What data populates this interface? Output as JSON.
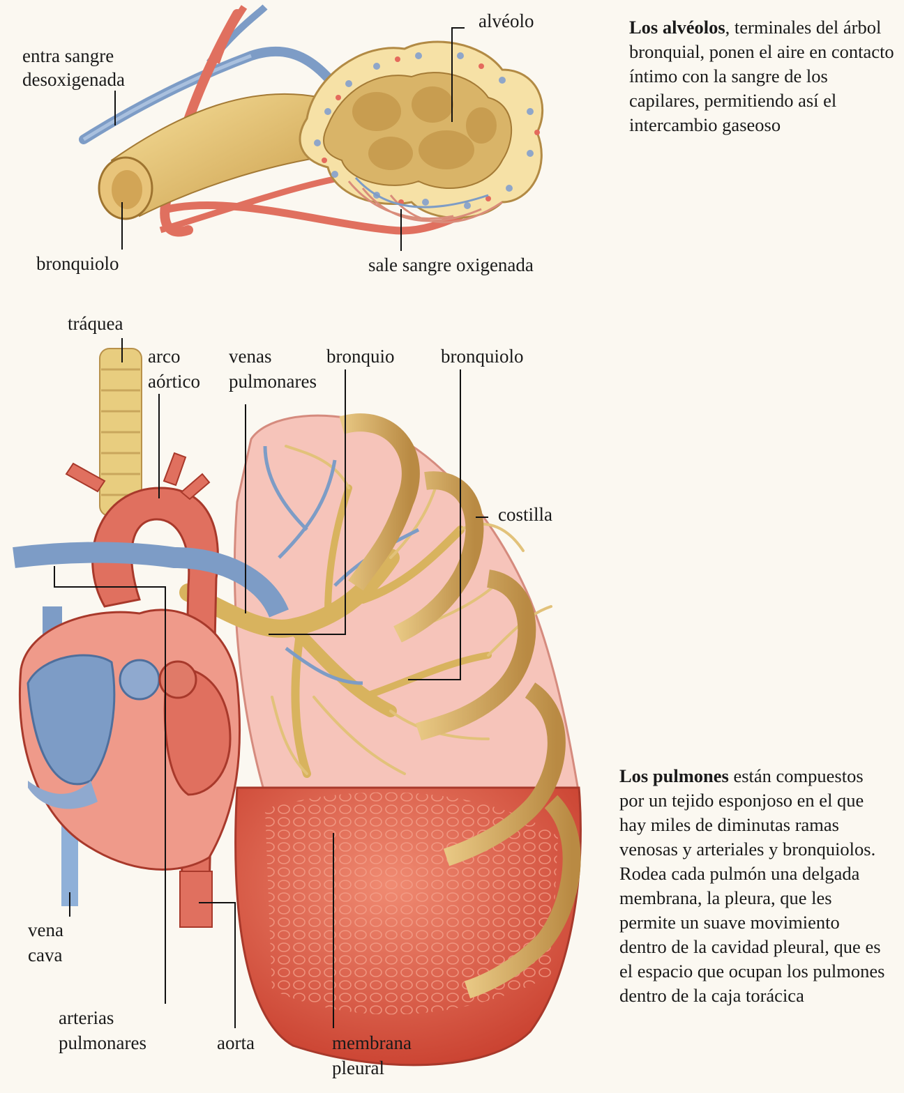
{
  "top_diagram": {
    "labels": {
      "alveolo": "alvéolo",
      "entra_line1": "entra sangre",
      "entra_line2": "desoxigenada",
      "bronquiolo": "bronquiolo",
      "sale": "sale sangre oxigenada"
    },
    "caption": {
      "bold": "Los alvéolos",
      "rest": ", terminales del árbol bronquial, ponen el aire en contacto íntimo con la sangre de los capilares, permitiendo así el intercambio gaseoso"
    }
  },
  "bottom_diagram": {
    "labels": {
      "traquea": "tráquea",
      "arco_1": "arco",
      "arco_2": "aórtico",
      "venas_1": "venas",
      "venas_2": "pulmonares",
      "bronquio": "bronquio",
      "bronquiolo": "bronquiolo",
      "costilla": "costilla",
      "vena_1": "vena",
      "vena_2": "cava",
      "arterias_1": "arterias",
      "arterias_2": "pulmonares",
      "aorta": "aorta",
      "membrana_1": "membrana",
      "membrana_2": "pleural"
    },
    "caption": {
      "bold": "Los pulmones",
      "rest": " están compuestos por un tejido esponjoso en el que hay miles de diminutas ramas venosas y arteriales y bronquiolos. Rodea cada pulmón una delgada membrana, la pleura, que les permite un suave movimiento dentro de la cavidad pleural, que es el espacio que ocupan los pulmones dentro de la caja torácica"
    }
  },
  "colors": {
    "artery": "#e0705f",
    "vein": "#7d9cc6",
    "bronchus": "#e3c479",
    "lung": "#e86a55",
    "pleura": "#f2b7ae"
  }
}
